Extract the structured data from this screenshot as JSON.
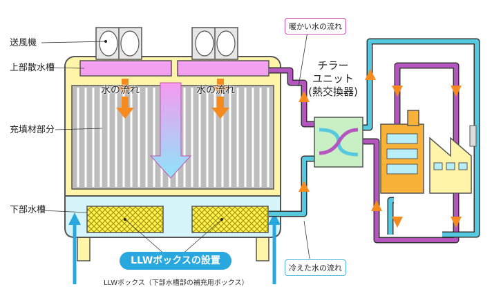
{
  "labels": {
    "fan": "送風機",
    "upper_basin": "上部散水槽",
    "fill": "充填材部分",
    "lower_basin": "下部水槽"
  },
  "water_flow": "水の流れ",
  "warm_flow": "暖かい水の流れ",
  "cool_flow": "冷えた水の流れ",
  "chiller": {
    "line1": "チラー",
    "line2": "ユニット",
    "line3": "(熱交換器)"
  },
  "llw_title": "LLWボックスの設置",
  "llw_note": "LLWボックス（下部水槽部の補充用ボックス）",
  "icons": [
    "fan-icon",
    "arrow-icon",
    "building-icon",
    "factory-icon"
  ],
  "colors": {
    "tower_body": "#fff4a8",
    "upper_basin": "#f3a0f0",
    "lower_basin": "#d6f5fb",
    "warm_pipe": "#b455c0",
    "cold_pipe": "#56c8e0",
    "arrow": "#f58a1f",
    "llw_badge": "#29a8e0"
  }
}
